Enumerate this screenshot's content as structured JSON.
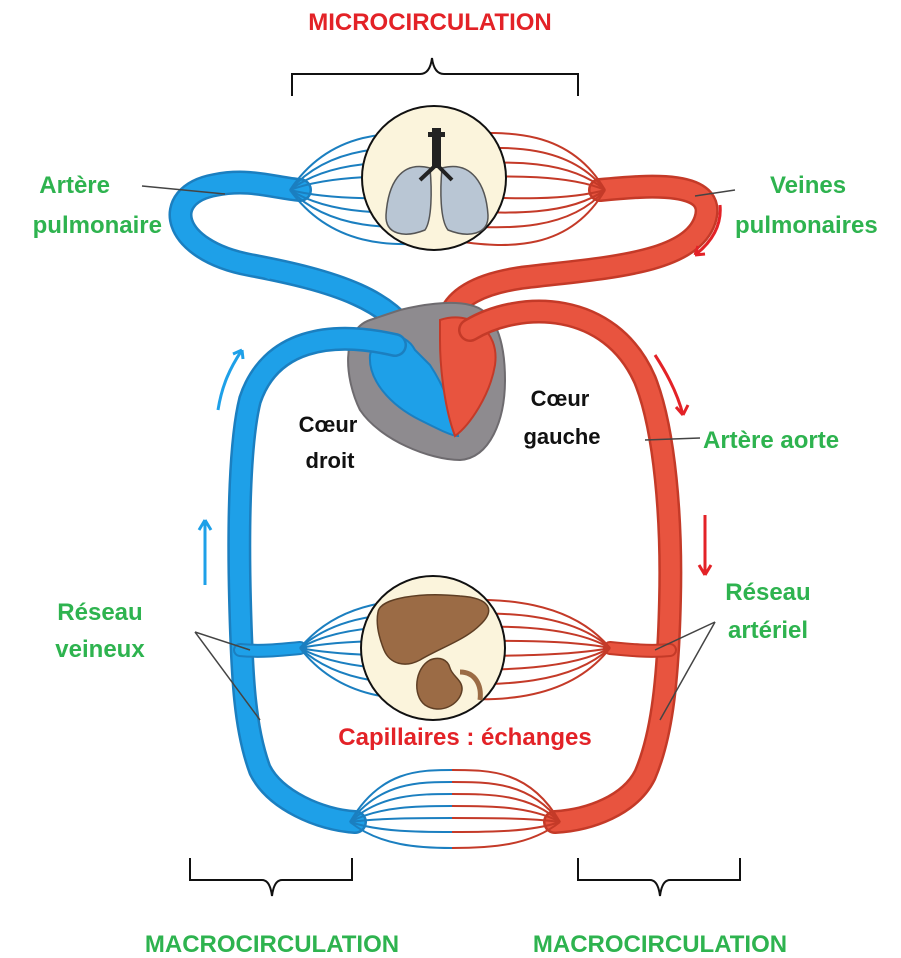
{
  "colors": {
    "venous": "#1ea0e8",
    "venous_outline": "#1b7fc0",
    "arterial": "#e8543f",
    "arterial_outline": "#c43a28",
    "heart_bg": "#8e8b8f",
    "organ_bg": "#fbf4dc",
    "lung": "#b9c6d4",
    "liver": "#9b6b45",
    "label_green": "#2eb34f",
    "label_red": "#e32227",
    "label_black": "#111111"
  },
  "labels": {
    "microcirculation": "MICROCIRCULATION",
    "macrocirculation_left": "MACROCIRCULATION",
    "macrocirculation_right": "MACROCIRCULATION",
    "artere_pulmonaire_1": "Artère",
    "artere_pulmonaire_2": "pulmonaire",
    "veines_pulmonaires_1": "Veines",
    "veines_pulmonaires_2": "pulmonaires",
    "coeur_droit_1": "Cœur",
    "coeur_droit_2": "droit",
    "coeur_gauche_1": "Cœur",
    "coeur_gauche_2": "gauche",
    "artere_aorte": "Artère aorte",
    "reseau_veineux_1": "Réseau",
    "reseau_veineux_2": "veineux",
    "reseau_arteriel_1": "Réseau",
    "reseau_arteriel_2": "artériel",
    "capillaires": "Capillaires : échanges"
  },
  "icons": [
    "lungs-icon",
    "liver-kidney-icon",
    "heart-icon",
    "flow-arrow-icon"
  ]
}
